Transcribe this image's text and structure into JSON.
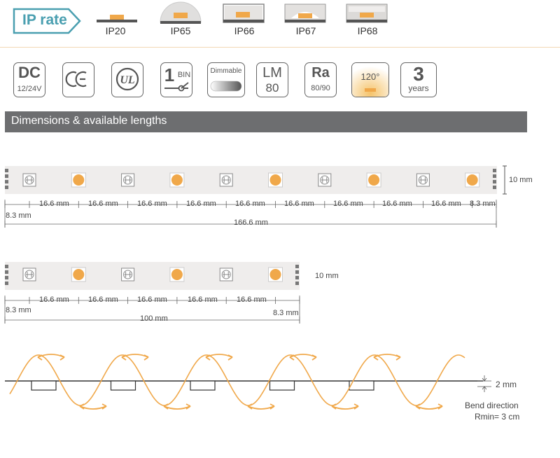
{
  "ip_rate": {
    "label": "IP rate",
    "levels": [
      "IP20",
      "IP65",
      "IP66",
      "IP67",
      "IP68"
    ]
  },
  "certifications": {
    "dc": {
      "main": "DC",
      "sub": "12/24V"
    },
    "ce": {
      "main": "CE"
    },
    "ul": {
      "main": "UL"
    },
    "bin": {
      "number": "1",
      "label": "BIN"
    },
    "dimmable": {
      "label": "Dimmable"
    },
    "lm": {
      "main": "LM",
      "sub": "80"
    },
    "ra": {
      "main": "Ra",
      "sub": "80/90"
    },
    "angle": {
      "value": "120°"
    },
    "warranty": {
      "number": "3",
      "unit": "years"
    }
  },
  "section": {
    "title": "Dimensions & available lengths"
  },
  "strip1": {
    "pitch": "16.6 mm",
    "pitches": [
      "16.6 mm",
      "16.6 mm",
      "16.6 mm",
      "16.6 mm",
      "16.6 mm",
      "16.6 mm",
      "16.6 mm",
      "16.6 mm",
      "16.6 mm"
    ],
    "edge_left": "8.3 mm",
    "edge_right": "8.3 mm",
    "total": "166.6 mm",
    "width": "10 mm"
  },
  "strip2": {
    "pitches": [
      "16.6 mm",
      "16.6 mm",
      "16.6 mm",
      "16.6 mm",
      "16.6 mm"
    ],
    "edge_left": "8.3 mm",
    "edge_right": "8.3 mm",
    "total": "100 mm",
    "width": "10 mm"
  },
  "bend": {
    "thickness": "2 mm",
    "direction": "Bend direction",
    "radius": "Rmin= 3 cm"
  },
  "colors": {
    "accent": "#4a9fb0",
    "led": "#f0a84a",
    "bar": "#6d6e70",
    "strip": "#efedec",
    "bend_line": "#f0a84a"
  }
}
